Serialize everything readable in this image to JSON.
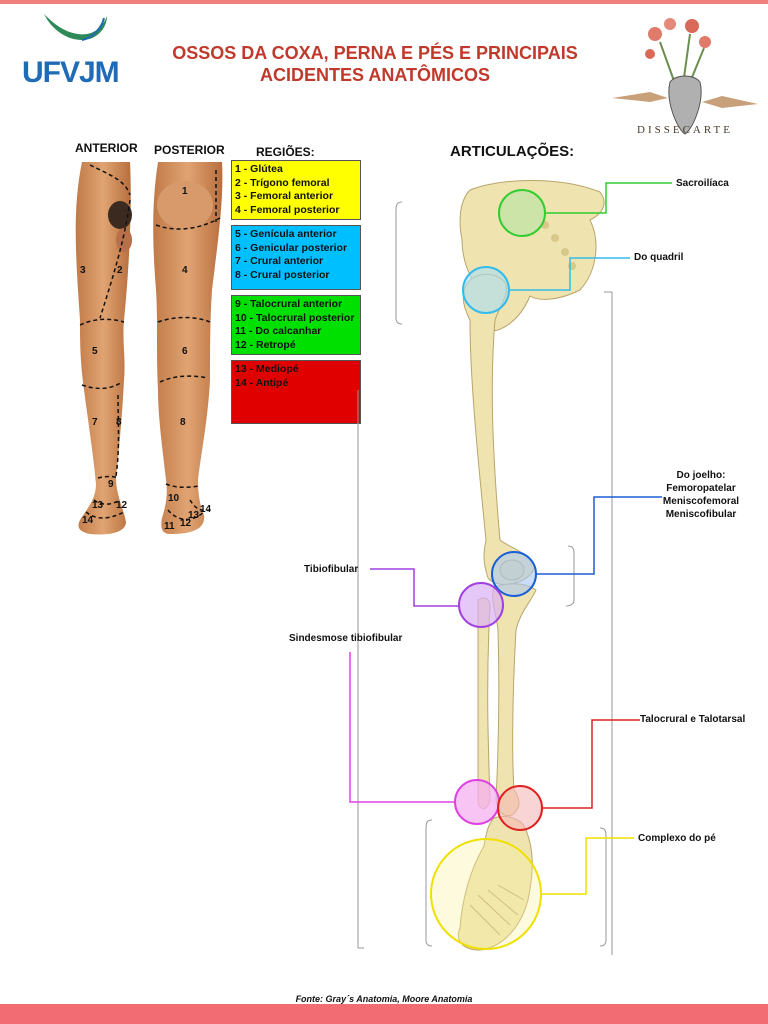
{
  "header": {
    "logo_text": "UFVJM",
    "title_line1": "OSSOS DA COXA, PERNA E PÉS E PRINCIPAIS",
    "title_line2": "ACIDENTES ANATÔMICOS",
    "emblem_text": "DISSECARTE"
  },
  "labels": {
    "anterior": "ANTERIOR",
    "posterior": "POSTERIOR",
    "regions_title": "REGIÕES:",
    "joints_title": "ARTICULAÇÕES:"
  },
  "regions": [
    {
      "color": "#ffff00",
      "items": [
        "1 - Glútea",
        "2 - Trígono femoral",
        "3 - Femoral anterior",
        "4 - Femoral posterior"
      ]
    },
    {
      "color": "#00bfff",
      "items": [
        "5 - Genícula anterior",
        "6 - Genicular posterior",
        "7 - Crural anterior",
        "8 -  Crural posterior"
      ]
    },
    {
      "color": "#00e000",
      "items": [
        "9 -  Talocrural anterior",
        "10 - Talocrural posterior",
        "11 - Do calcanhar",
        "12 - Retropé"
      ]
    },
    {
      "color": "#e00000",
      "items": [
        "13 - Mediopé",
        "14 - Antipé"
      ]
    }
  ],
  "anterior_numbers": [
    "2",
    "3",
    "5",
    "7",
    "8",
    "9",
    "13",
    "12",
    "14"
  ],
  "posterior_numbers": [
    "1",
    "4",
    "6",
    "8",
    "10",
    "11",
    "12",
    "13",
    "14"
  ],
  "joints": {
    "sacroiliac": "Sacroilíaca",
    "hip": "Do quadril",
    "knee_title": "Do joelho:",
    "knee_line1": "Femoropatelar",
    "knee_line2": "Meniscofemoral",
    "knee_line3": "Meniscofibular",
    "tibiofibular": "Tibiofibular",
    "syndesmosis": "Sindesmose tibiofibular",
    "ankle": "Talocrural e Talotarsal",
    "foot": "Complexo do pé"
  },
  "colors": {
    "sacroiliac": "#33cc33",
    "hip": "#33bbee",
    "knee": "#1a5fd6",
    "tibiofibular": "#a040e0",
    "syndesmosis": "#e040e0",
    "ankle": "#e02020",
    "foot": "#f0e000",
    "title": "#c0392b"
  },
  "footer": {
    "source": "Fonte: Gray´s Anatomia, Moore Anatomia"
  }
}
